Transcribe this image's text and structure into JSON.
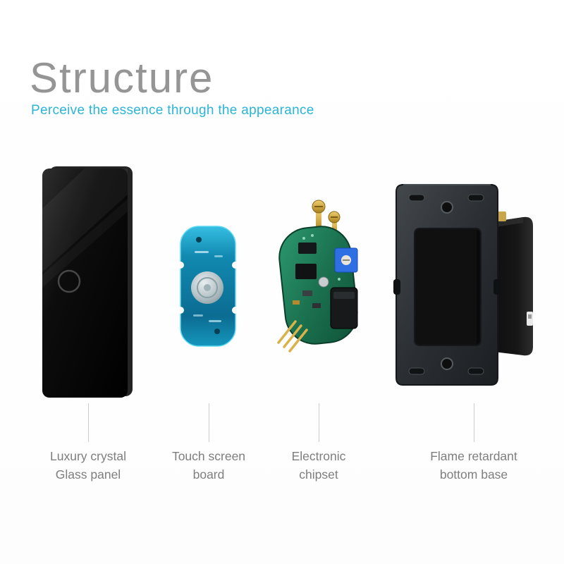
{
  "page": {
    "title": "Structure",
    "subtitle": "Perceive the essence  through the appearance"
  },
  "components": [
    {
      "id": "glass-panel",
      "line1": "Luxury crystal",
      "line2": "Glass panel"
    },
    {
      "id": "touch-board",
      "line1": "Touch screen",
      "line2": "board"
    },
    {
      "id": "chipset",
      "line1": "Electronic",
      "line2": "chipset"
    },
    {
      "id": "bottom-base",
      "line1": "Flame retardant",
      "line2": "bottom base"
    }
  ],
  "colors": {
    "subtitle_accent": "#2ab5d8",
    "title_gray": "#959595",
    "label_gray": "#7e7e7e",
    "connector_gray": "#cccccc",
    "panel_black": "#050505",
    "board_teal": "#1189b0",
    "pcb_green": "#1b7150",
    "base_charcoal": "#2b2f33"
  }
}
